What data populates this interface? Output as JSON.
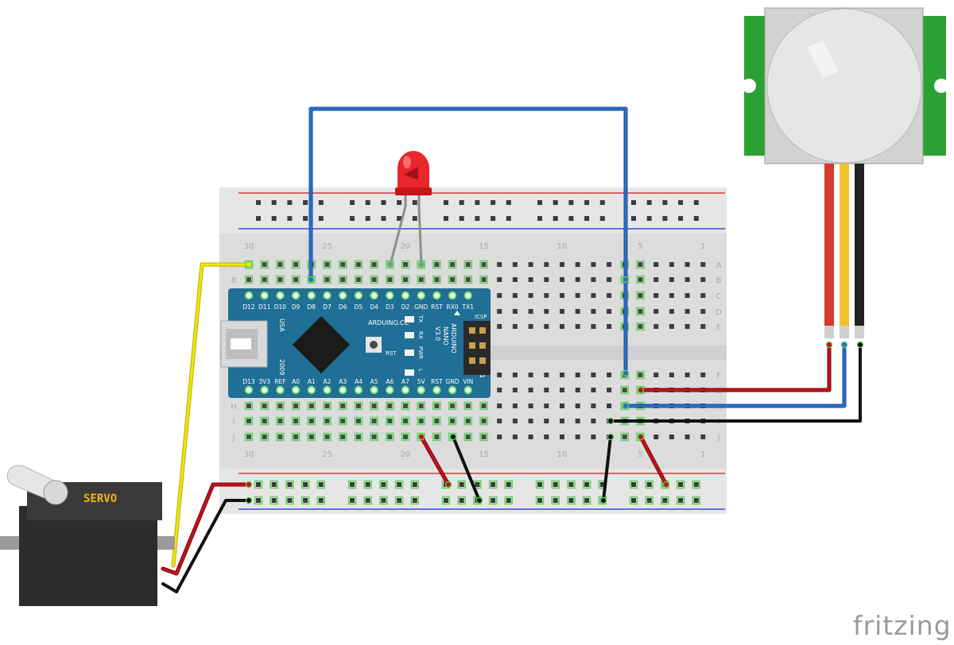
{
  "breadboard": {
    "column_numbers": [
      "30",
      "25",
      "20",
      "15",
      "10",
      "5",
      "1"
    ],
    "row_letters_top": [
      "A",
      "B",
      "C",
      "D",
      "E"
    ],
    "row_letters_bottom": [
      "F",
      "G",
      "H",
      "I",
      "J"
    ]
  },
  "arduino": {
    "top_pins": [
      "D12",
      "D11",
      "D10",
      "D9",
      "D8",
      "D7",
      "D6",
      "D5",
      "D4",
      "D3",
      "D2",
      "GND",
      "RST",
      "RX0",
      "TX1"
    ],
    "bottom_pins": [
      "D13",
      "3V3",
      "REF",
      "A0",
      "A1",
      "A2",
      "A3",
      "A4",
      "A5",
      "A6",
      "A7",
      "5V",
      "RST",
      "GND",
      "VIN"
    ],
    "brand": "ARDUINO.CC",
    "model_line1": "ARDUINO",
    "model_line2": "NANO",
    "model_line3": "V3.0",
    "usa": "USA",
    "year": "2009",
    "icsp": "ICSP",
    "rst_button": "RST",
    "led_tx": "TX",
    "led_rx": "RX",
    "led_pwr": "PWR",
    "led_l": "L",
    "icsp_pin": "1",
    "colors": {
      "board": "#1f6f96",
      "chip": "#1b1b1b",
      "header": "#2a2a2a"
    }
  },
  "servo": {
    "label": "SERVO",
    "colors": {
      "body": "#2c2c2c",
      "label": "#f5b400"
    }
  },
  "pir_sensor": {
    "colors": {
      "pcb": "#2aa233",
      "dome": "#e6e6e6"
    }
  },
  "led": {
    "colors": {
      "body": "#e8262b"
    }
  },
  "wire_colors": {
    "signal_blue": "#2a6fc9",
    "power_red": "#c4121a",
    "ground_black": "#111111",
    "servo_signal_yellow": "#f3e600",
    "led_leg_gray": "#8e8e8e"
  },
  "logo": "fritzing"
}
